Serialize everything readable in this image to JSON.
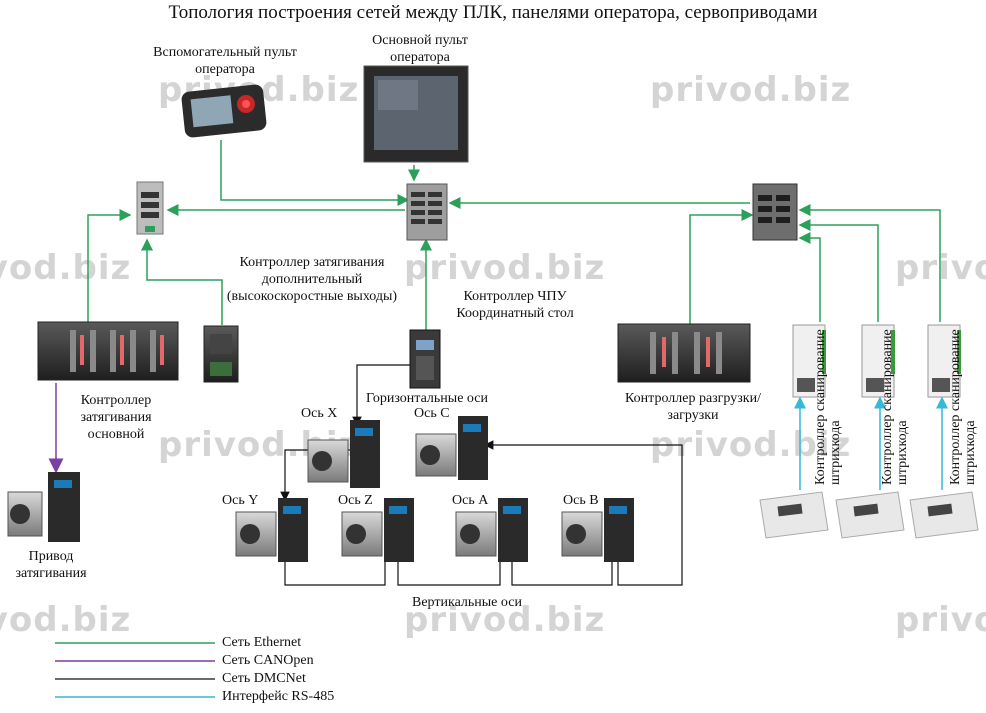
{
  "title": "Топология построения сетей между ПЛК, панелями оператора, сервоприводами",
  "labels": {
    "aux_panel": "Вспомогательный пульт оператора",
    "main_panel": "Основной пульт оператора",
    "tight_ctrl_extra": "Контроллер затягивания дополнительный (высокоскоростные выходы)",
    "cnc_ctrl": "Контроллер ЧПУ Координатный стол",
    "tight_ctrl_main": "Контроллер затягивания основной",
    "tight_drive": "Привод затягивания",
    "horizontal_axes": "Горизонтальные оси",
    "vertical_axes": "Вертикальные оси",
    "unload_ctrl": "Контроллер разгрузки/загрузки",
    "axis_x": "Ось X",
    "axis_c": "Ось C",
    "axis_y": "Ось Y",
    "axis_z": "Ось Z",
    "axis_a": "Ось A",
    "axis_b": "Ось B",
    "barcode_ctrl": "Контроллер сканирование штрихкода"
  },
  "legend": [
    {
      "label": "Сеть Ethernet",
      "color": "#2ca05a"
    },
    {
      "label": "Сеть CANOpen",
      "color": "#7a3fa0"
    },
    {
      "label": "Сеть DMCNet",
      "color": "#111111"
    },
    {
      "label": "Интерфейс RS-485",
      "color": "#36b8d8"
    }
  ],
  "watermark": "privod.biz",
  "colors": {
    "ethernet": "#2ca05a",
    "canopen": "#7a3fa0",
    "dmcnet": "#111111",
    "rs485": "#36b8d8"
  }
}
